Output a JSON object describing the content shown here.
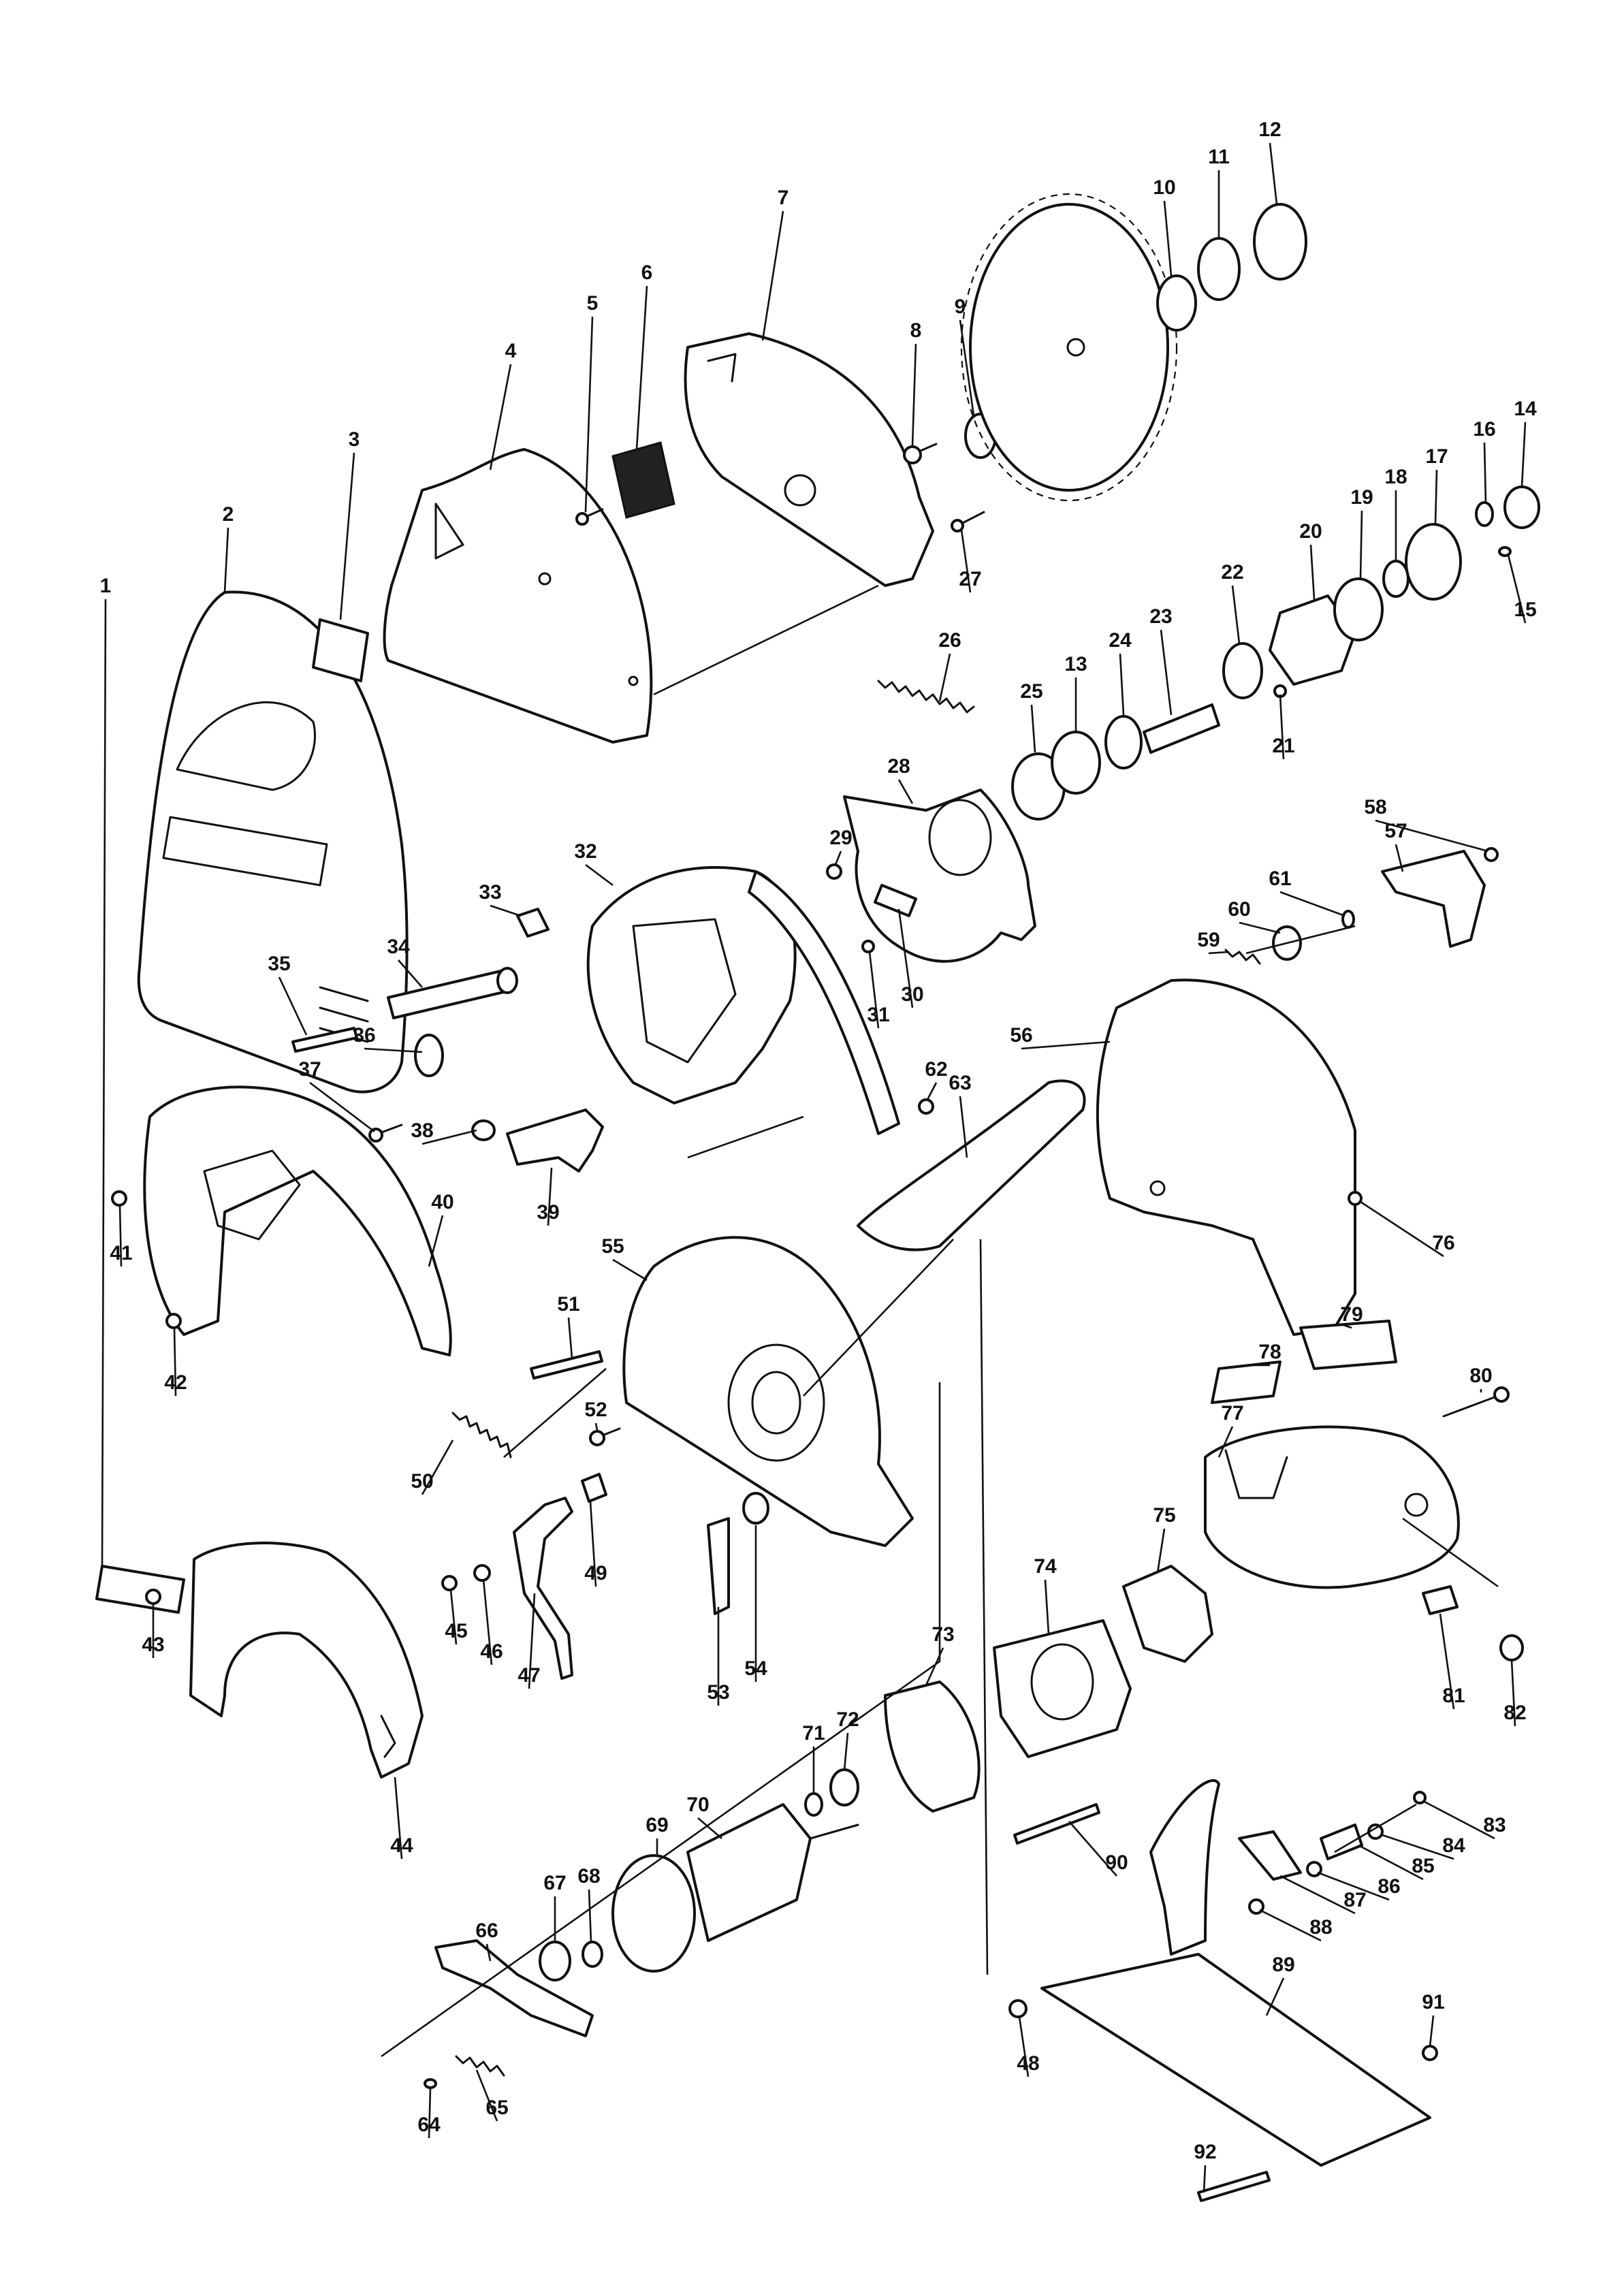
{
  "diagram": {
    "callouts": [
      "1",
      "2",
      "3",
      "4",
      "5",
      "6",
      "7",
      "8",
      "9",
      "10",
      "11",
      "12",
      "13",
      "14",
      "15",
      "16",
      "17",
      "18",
      "19",
      "20",
      "21",
      "22",
      "23",
      "24",
      "25",
      "26",
      "27",
      "28",
      "29",
      "30",
      "31",
      "32",
      "33",
      "34",
      "35",
      "36",
      "37",
      "38",
      "39",
      "40",
      "41",
      "42",
      "43",
      "44",
      "45",
      "46",
      "47",
      "48",
      "49",
      "50",
      "51",
      "52",
      "53",
      "54",
      "55",
      "56",
      "57",
      "58",
      "59",
      "60",
      "61",
      "62",
      "63",
      "64",
      "65",
      "66",
      "67",
      "68",
      "69",
      "70",
      "71",
      "72",
      "73",
      "74",
      "75",
      "76",
      "77",
      "78",
      "79",
      "80",
      "81",
      "82",
      "83",
      "84",
      "85",
      "86",
      "87",
      "88",
      "89",
      "90",
      "91",
      "92"
    ]
  }
}
